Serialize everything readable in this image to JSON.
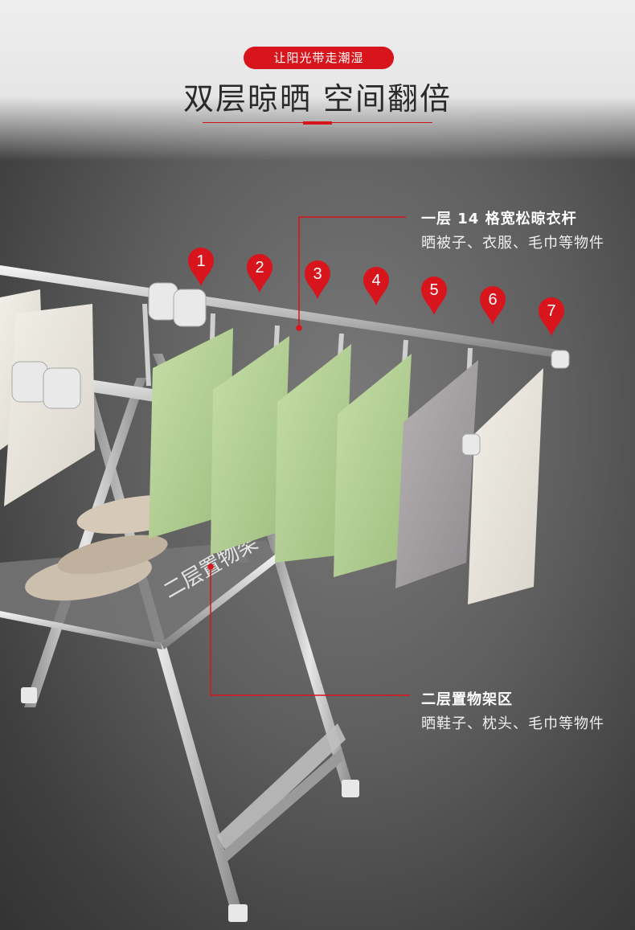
{
  "header": {
    "tag": "让阳光带走潮湿",
    "headline": "双层晾晒 空间翻倍"
  },
  "markers": [
    "1",
    "2",
    "3",
    "4",
    "5",
    "6",
    "7"
  ],
  "callouts": [
    {
      "title": "一层 14 格宽松晾衣杆",
      "desc": "晒被子、衣服、毛巾等物件"
    },
    {
      "title": "二层置物架区",
      "desc": "晒鞋子、枕头、毛巾等物件"
    }
  ],
  "shelf_print": "二层置物架",
  "colors": {
    "accent": "#d8141c",
    "towel_green": "#b9d49a",
    "towel_gray": "#a9a5a8",
    "towel_white": "#e9e6e0",
    "background": "#5e5e5e"
  }
}
